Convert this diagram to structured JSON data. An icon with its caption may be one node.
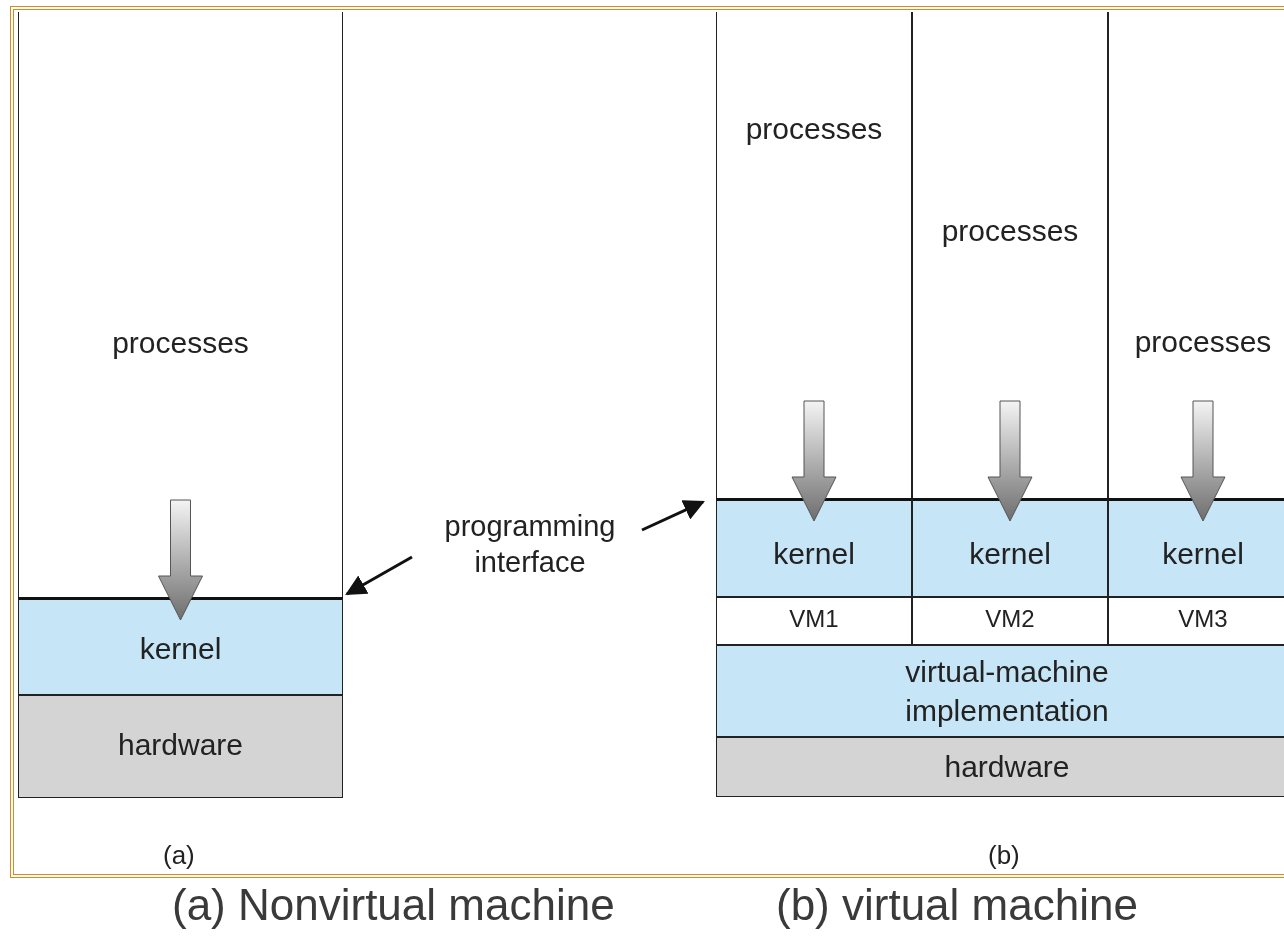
{
  "diagram": {
    "nodes": [
      {
        "text": [
          "processes"
        ]
      },
      {
        "text": [
          "kernel"
        ]
      },
      {
        "text": [
          "hardware"
        ]
      },
      {
        "text": [
          "programming interface"
        ]
      },
      {
        "text": [
          "processes"
        ]
      },
      {
        "text": [
          "processes"
        ]
      },
      {
        "text": [
          "processes"
        ]
      },
      {
        "text": [
          "kernel"
        ]
      },
      {
        "text": [
          "kernel"
        ]
      },
      {
        "text": [
          "kernel"
        ]
      },
      {
        "text": [
          "VM1"
        ]
      },
      {
        "text": [
          "VM2"
        ]
      },
      {
        "text": [
          "VM3"
        ]
      },
      {
        "text": [
          "virtual-machine implementation"
        ]
      },
      {
        "text": [
          "hardware"
        ]
      }
    ],
    "edges": [
      {
        "from": 0,
        "to": 1,
        "arrow": "to",
        "style": "thick"
      },
      {
        "from": 3,
        "to": 1,
        "arrow": "to"
      },
      {
        "from": 3,
        "to": 7,
        "arrow": "to"
      },
      {
        "from": 4,
        "to": 7,
        "arrow": "to",
        "style": "thick"
      },
      {
        "from": 5,
        "to": 8,
        "arrow": "to",
        "style": "thick"
      },
      {
        "from": 6,
        "to": 9,
        "arrow": "to",
        "style": "thick"
      }
    ],
    "labels": [
      "(a)",
      "(b)",
      "(a) Nonvirtual machine",
      "(b) virtual machine"
    ]
  }
}
